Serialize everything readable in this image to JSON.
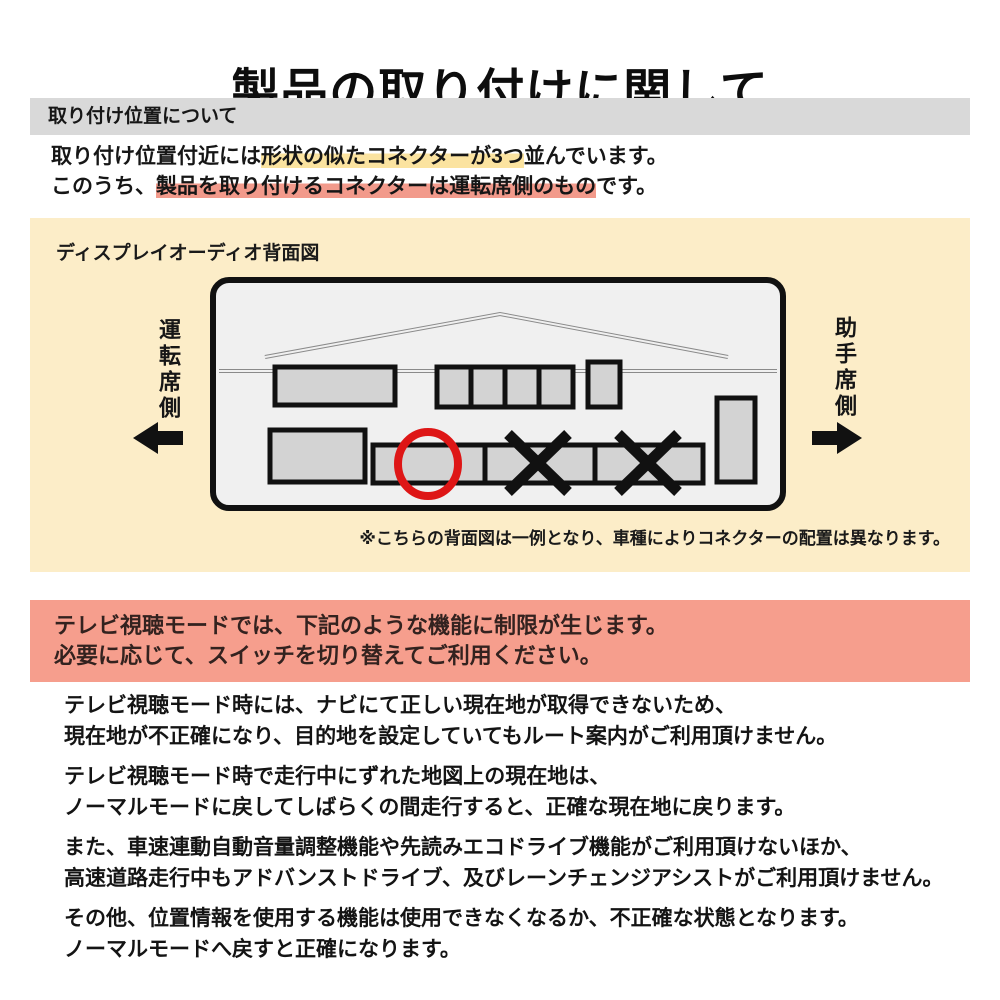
{
  "title": "製品の取り付けに関して",
  "section_installation": {
    "header": "取り付け位置について",
    "intro": {
      "l1_pre": "取り付け位置付近には",
      "l1_highlight": "形状の似たコネクターが3つ",
      "l1_post": "並んでいます。",
      "l2_pre": "このうち、",
      "l2_highlight": "製品を取り付けるコネクターは運転席側のもの",
      "l2_post": "です。"
    }
  },
  "diagram": {
    "caption": "ディスプレイオーディオ背面図",
    "driver_side_label": "運転席側",
    "passenger_side_label": "助手席側",
    "note": "※こちらの背面図は一例となり、車種によりコネクターの配置は異なります。"
  },
  "warning_banner": {
    "line1": "テレビ視聴モードでは、下記のような機能に制限が生じます。",
    "line2": "必要に応じて、スイッチを切り替えてご利用ください。"
  },
  "notes_paragraphs": [
    {
      "line1": "テレビ視聴モード時には、ナビにて正しい現在地が取得できないため、",
      "line2": "現在地が不正確になり、目的地を設定していてもルート案内がご利用頂けません。"
    },
    {
      "line1": "テレビ視聴モード時で走行中にずれた地図上の現在地は、",
      "line2": "ノーマルモードに戻してしばらくの間走行すると、正確な現在地に戻ります。"
    },
    {
      "line1": "また、車速連動自動音量調整機能や先読みエコドライブ機能がご利用頂けないほか、",
      "line2": "高速道路走行中もアドバンストドライブ、及びレーンチェンジアシストがご利用頂けません。"
    },
    {
      "line1": "その他、位置情報を使用する機能は使用できなくなるか、不正確な状態となります。",
      "line2": "ノーマルモードへ戻すと正確になります。"
    }
  ],
  "colors": {
    "page_bg": "#ffffff",
    "section_header_bg": "#d9d9d9",
    "panel_bg": "#fcedc8",
    "warning_bg": "#f69e8d",
    "highlight_yellow": "#fbe3a0",
    "highlight_pink": "#f29a8b",
    "device_fill": "#f0f0f0",
    "connector_fill": "#d3d3d3",
    "ok_circle_red": "#de1616",
    "text": "#141414"
  }
}
